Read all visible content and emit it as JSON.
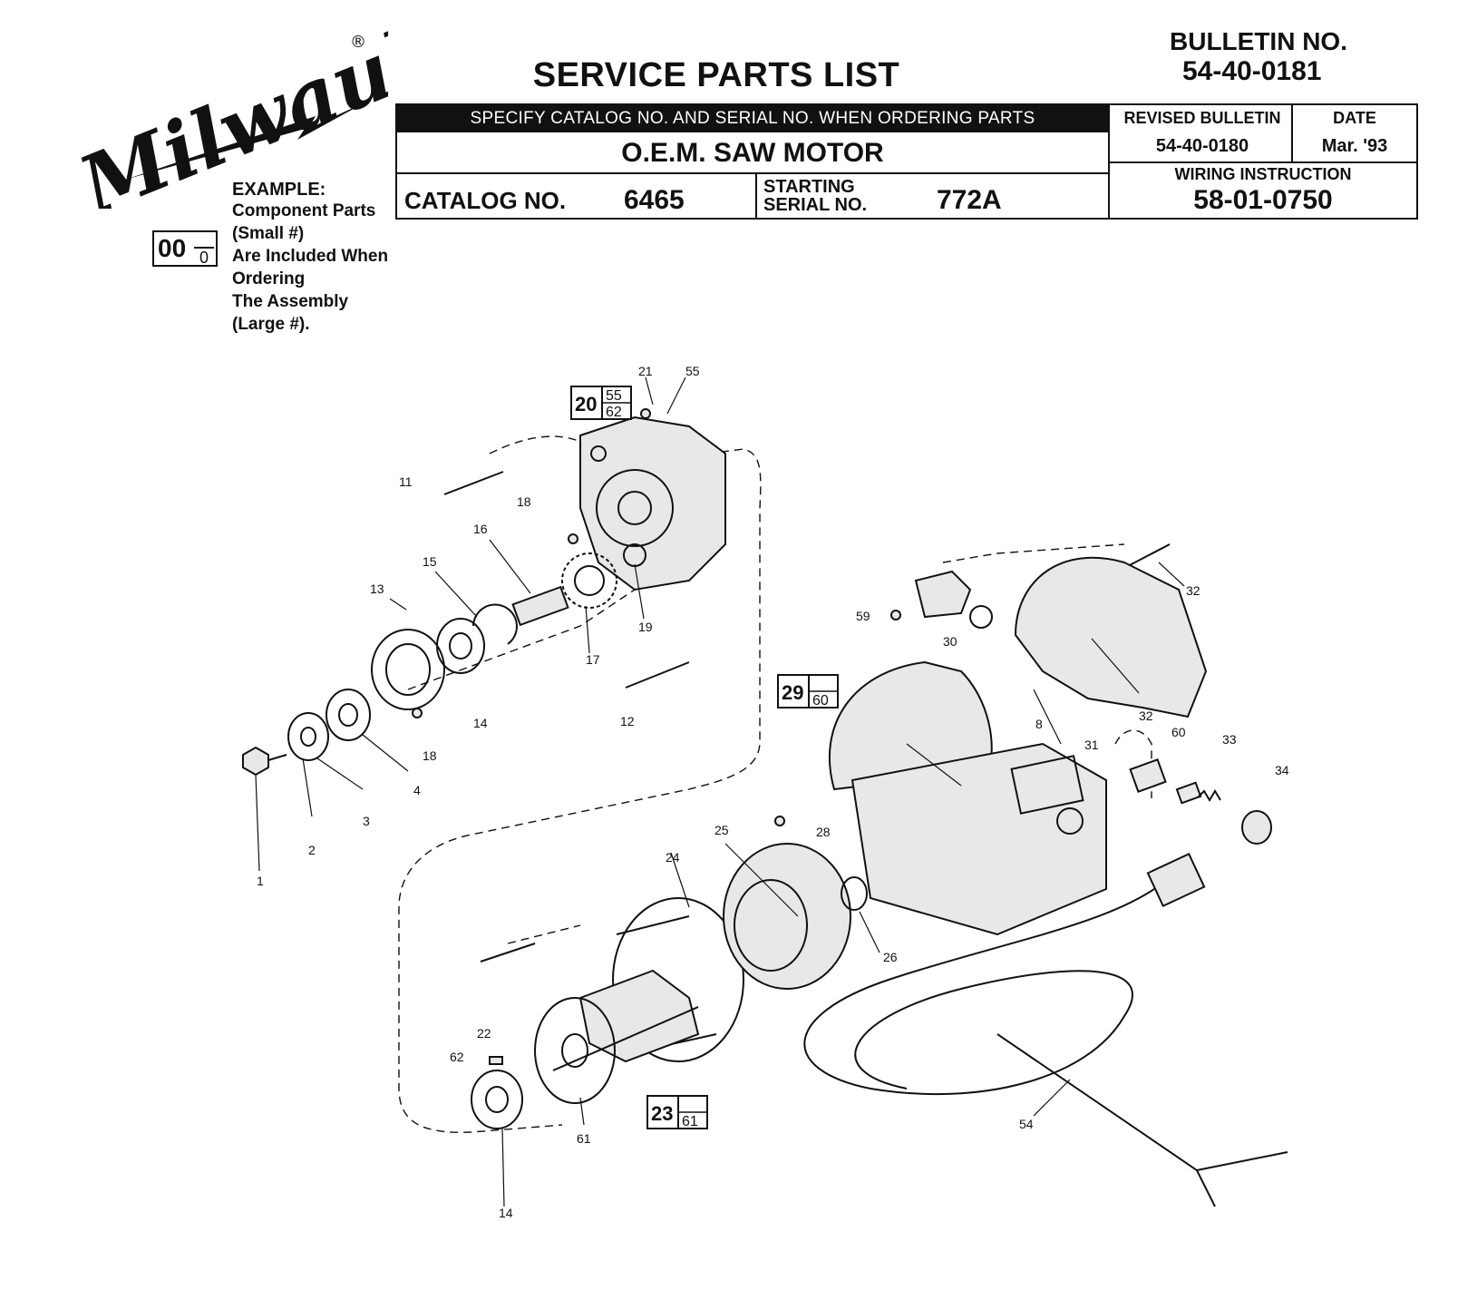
{
  "logo": {
    "brand_text": "Milwaukee",
    "registered_mark": "®"
  },
  "header": {
    "title": "SERVICE PARTS LIST",
    "bulletin_label": "BULLETIN NO.",
    "bulletin_number": "54-40-0181",
    "specify_note": "SPECIFY CATALOG NO. AND SERIAL NO. WHEN ORDERING PARTS",
    "product_name": "O.E.M. SAW MOTOR",
    "catalog_label": "CATALOG NO.",
    "catalog_number": "6465",
    "serial_label_line1": "STARTING",
    "serial_label_line2": "SERIAL NO.",
    "serial_number": "772A",
    "revised_bulletin_label": "REVISED BULLETIN",
    "revised_bulletin_value": "54-40-0180",
    "date_label": "DATE",
    "date_value": "Mar. '93",
    "wiring_label": "WIRING INSTRUCTION",
    "wiring_value": "58-01-0750"
  },
  "example": {
    "heading": "EXAMPLE:",
    "lines": [
      "Component Parts",
      "(Small #)",
      "Are Included When",
      "Ordering",
      "The Assembly",
      "(Large #)."
    ],
    "large_number": "00",
    "small_number": "0"
  },
  "assemblies": [
    {
      "number": "20",
      "components": [
        "55",
        "62"
      ]
    },
    {
      "number": "29",
      "components": [
        "60"
      ]
    },
    {
      "number": "23",
      "components": [
        "61"
      ]
    }
  ],
  "callouts": [
    "1",
    "2",
    "3",
    "4",
    "8",
    "11",
    "12",
    "13",
    "14",
    "14",
    "15",
    "16",
    "17",
    "18",
    "18",
    "19",
    "21",
    "22",
    "24",
    "25",
    "26",
    "28",
    "30",
    "31",
    "32",
    "32",
    "33",
    "34",
    "54",
    "55",
    "59",
    "60",
    "61",
    "62"
  ]
}
